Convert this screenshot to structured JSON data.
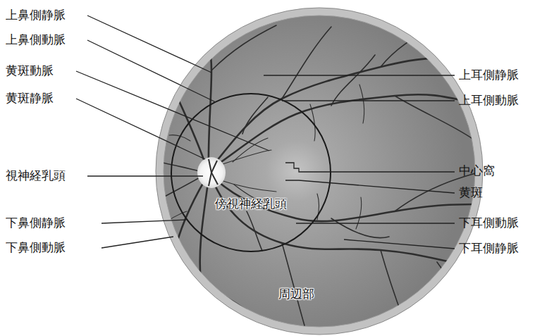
{
  "diagram": {
    "labels": [
      "上鼻側静脈",
      "上鼻側動脈",
      "黄斑動脈",
      "黄斑静脈",
      "視神経乳頭",
      "下鼻側静脈",
      "下鼻側動脈",
      "上耳側静脈",
      "上耳側動脈",
      "中心窩",
      "黄斑",
      "下耳側動脈",
      "下耳側静脈",
      "傍視神経乳頭",
      "周辺部"
    ]
  }
}
